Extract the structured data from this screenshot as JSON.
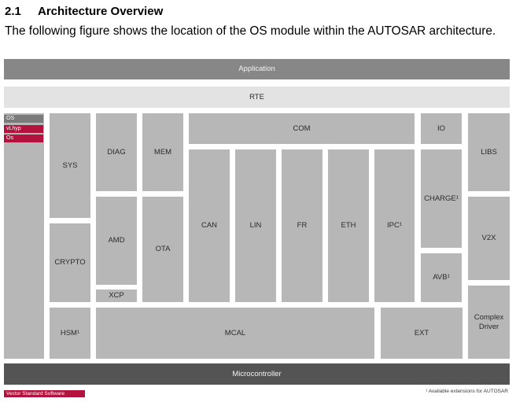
{
  "section": {
    "number": "2.1",
    "title": "Architecture Overview",
    "intro": "The following figure shows the location of the OS module within the AUTOSAR architecture."
  },
  "diagram": {
    "application": "Application",
    "rte": "RTE",
    "os_tags": {
      "os": "OS",
      "vlhyp": "vLhyp",
      "os_impl": "Os"
    },
    "sys": "SYS",
    "crypto": "CRYPTO",
    "hsm": "HSM¹",
    "diag": "DIAG",
    "amd": "AMD",
    "xcp": "XCP",
    "mem": "MEM",
    "ota": "OTA",
    "com": "COM",
    "can": "CAN",
    "lin": "LIN",
    "fr": "FR",
    "eth": "ETH",
    "ipc": "IPC¹",
    "io": "IO",
    "charge": "CHARGE¹",
    "avb": "AVB¹",
    "libs": "LIBS",
    "v2x": "V2X",
    "complex_driver": "Complex Driver",
    "mcal": "MCAL",
    "ext": "EXT",
    "microcontroller": "Microcontroller",
    "footer_brand": "Vector Standard Software",
    "footnote": "¹ Available extensions for AUTOSAR"
  },
  "colors": {
    "block": "#b7b7b7",
    "application": "#878787",
    "rte": "#e3e3e3",
    "microcontroller": "#545454",
    "vector_red": "#b3123e"
  }
}
